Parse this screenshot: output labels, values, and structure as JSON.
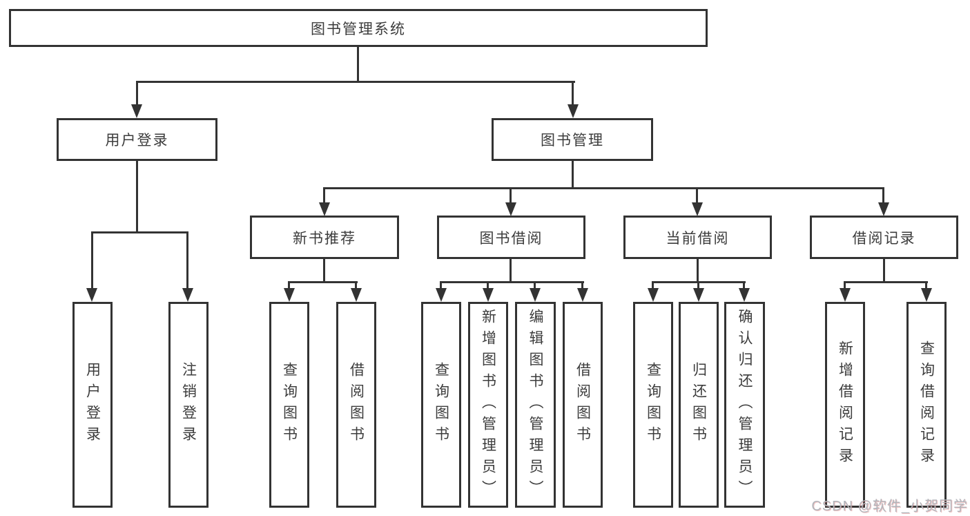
{
  "diagram_title": "图书管理系统",
  "tree": {
    "label": "图书管理系统",
    "children": [
      {
        "label": "用户登录",
        "children": [
          {
            "label": "用户登录"
          },
          {
            "label": "注销登录"
          }
        ]
      },
      {
        "label": "图书管理",
        "children": [
          {
            "label": "新书推荐",
            "children": [
              {
                "label": "查询图书"
              },
              {
                "label": "借阅图书"
              }
            ]
          },
          {
            "label": "图书借阅",
            "children": [
              {
                "label": "查询图书"
              },
              {
                "label": "新增图书（管理员）"
              },
              {
                "label": "编辑图书（管理员）"
              },
              {
                "label": "借阅图书"
              }
            ]
          },
          {
            "label": "当前借阅",
            "children": [
              {
                "label": "查询图书"
              },
              {
                "label": "归还图书"
              },
              {
                "label": "确认归还（管理员）"
              }
            ]
          },
          {
            "label": "借阅记录",
            "children": [
              {
                "label": "新增借阅记录"
              },
              {
                "label": "查询借阅记录"
              }
            ]
          }
        ]
      }
    ]
  },
  "watermark": {
    "text": "CSDN @软件_小贺同学"
  },
  "colors": {
    "line": "#333333",
    "box_border": "#333333",
    "box_fill": "#ffffff",
    "text": "#3c3c3c",
    "background": "#ffffff",
    "watermark": "#b2b5bb"
  }
}
